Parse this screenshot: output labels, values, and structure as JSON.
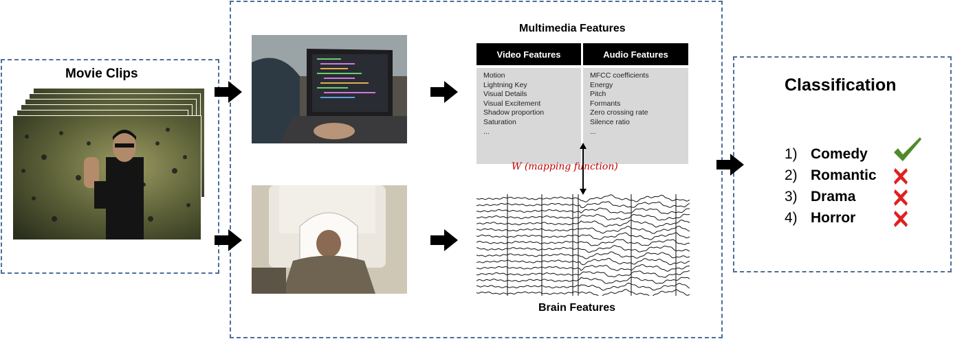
{
  "movie_clips": {
    "title": "Movie Clips"
  },
  "multimedia": {
    "title": "Multimedia Features",
    "video_header": "Video Features",
    "audio_header": "Audio Features",
    "video_items": [
      "Motion",
      "Lightning Key",
      "Visual Details",
      "Visual Excitement",
      "Shadow proportion",
      "Saturation",
      "..."
    ],
    "audio_items": [
      "MFCC coefficients",
      "Energy",
      "Pitch",
      "Formants",
      "Zero crossing rate",
      "Silence ratio",
      "..."
    ]
  },
  "mapping": {
    "label": "W  (mapping function)"
  },
  "brain": {
    "title": "Brain Features"
  },
  "classification": {
    "title": "Classification",
    "items": [
      {
        "num": "1)",
        "label": "Comedy",
        "result": "check-icon"
      },
      {
        "num": "2)",
        "label": "Romantic",
        "result": "cross-icon"
      },
      {
        "num": "3)",
        "label": "Drama",
        "result": "cross-icon"
      },
      {
        "num": "4)",
        "label": "Horror",
        "result": "cross-icon"
      }
    ]
  },
  "colors": {
    "box_border": "#4a6e98",
    "check": "#4e8a2a",
    "cross": "#e02020",
    "mapping_text": "#c00000"
  }
}
